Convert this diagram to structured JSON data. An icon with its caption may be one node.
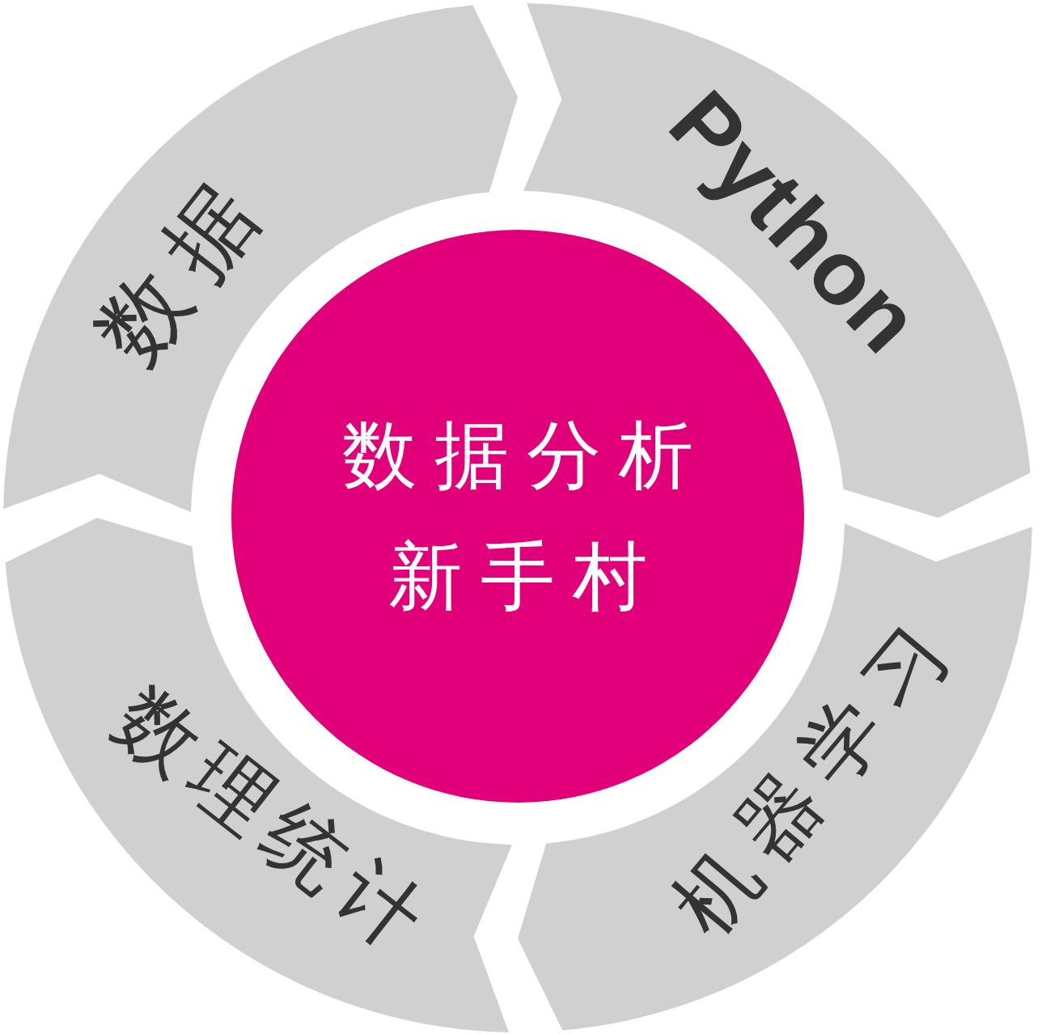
{
  "diagram": {
    "nodes": [
      {
        "text": [
          "数据分析新手村"
        ]
      },
      {
        "text": [
          "数据"
        ]
      },
      {
        "text": [
          "Python"
        ]
      },
      {
        "text": [
          "机器学习"
        ]
      },
      {
        "text": [
          "数理统计"
        ]
      }
    ]
  }
}
